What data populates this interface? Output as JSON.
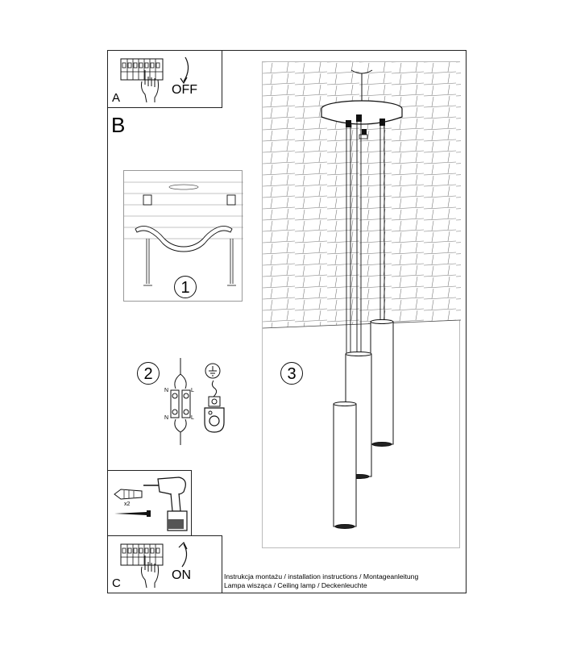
{
  "panel_a": {
    "letter": "A",
    "action": "OFF"
  },
  "panel_b": {
    "letter": "B"
  },
  "panel_c": {
    "letter": "C",
    "action": "ON"
  },
  "steps": {
    "one": "1",
    "two": "2",
    "three": "3"
  },
  "wiring": {
    "n_top": "N",
    "l_top": "L",
    "n_bottom": "N",
    "l_bottom": "L"
  },
  "drill_box": {
    "multiplier": "x2"
  },
  "footer": {
    "line1": "Instrukcja montażu / installation instructions / Montageanleitung",
    "line2": "Lampa wisząca / Ceiling lamp / Deckenleuchte"
  },
  "icons": [
    "breaker-panel-icon",
    "hand-icon",
    "rotate-arrow-icon",
    "ground-symbol-icon",
    "drill-icon",
    "screw-icon",
    "wall-plug-icon",
    "pendant-lamp-illustration"
  ]
}
